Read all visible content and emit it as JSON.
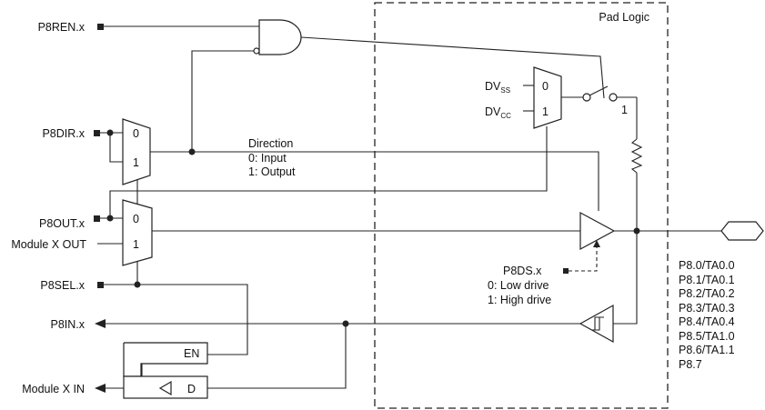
{
  "pad_logic_title": "Pad Logic",
  "signals": {
    "ren": "P8REN.x",
    "dir": "P8DIR.x",
    "out": "P8OUT.x",
    "module_out": "Module X OUT",
    "sel": "P8SEL.x",
    "in": "P8IN.x",
    "module_in": "Module X IN",
    "ds": "P8DS.x"
  },
  "mux_inputs": {
    "zero": "0",
    "one": "1"
  },
  "switch_label": "1",
  "dv_mux": {
    "dvss_main": "DV",
    "dvss_sub": "SS",
    "dvcc_main": "DV",
    "dvcc_sub": "CC"
  },
  "direction_note": [
    "Direction",
    "0: Input",
    "1: Output"
  ],
  "drive_note": [
    "0: Low drive",
    "1: High drive"
  ],
  "latch": {
    "en": "EN",
    "d": "D"
  },
  "pin_names": [
    "P8.0/TA0.0",
    "P8.1/TA0.1",
    "P8.2/TA0.2",
    "P8.3/TA0.3",
    "P8.4/TA0.4",
    "P8.5/TA1.0",
    "P8.6/TA1.1",
    "P8.7"
  ]
}
